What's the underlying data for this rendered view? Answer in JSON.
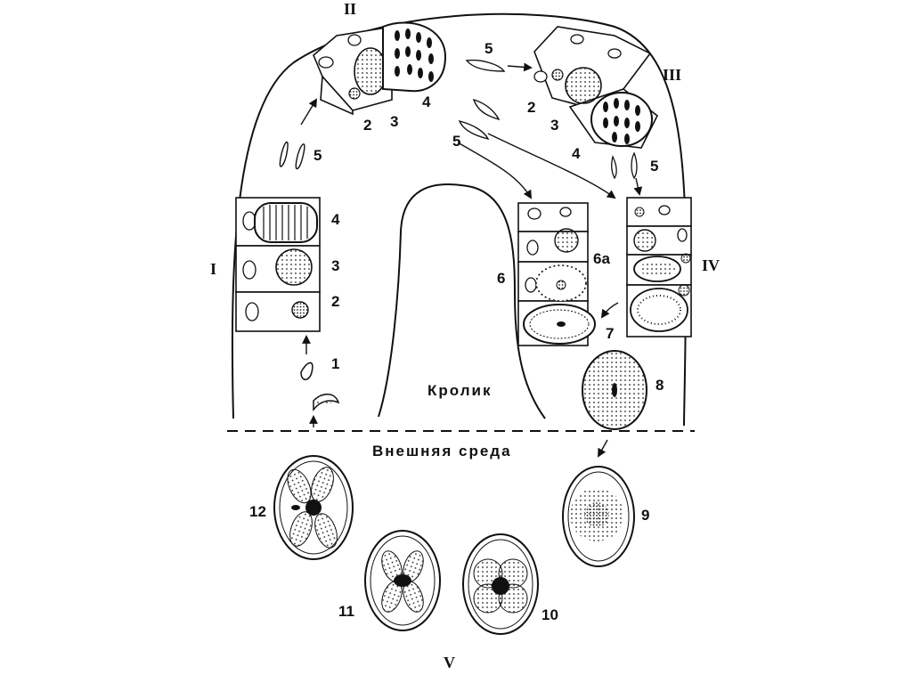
{
  "labels": {
    "host": "Кролик",
    "environment": "Внешняя среда",
    "stage_I": "I",
    "stage_II": "II",
    "stage_III": "III",
    "stage_IV": "IV",
    "stage_V": "V",
    "n1": "1",
    "n2_left": "2",
    "n3_left": "3",
    "n4_left": "4",
    "n5_left": "5",
    "n2_top": "2",
    "n3_top": "3",
    "n4_top": "4",
    "n5_top": "5",
    "n5_mid": "5",
    "n2_right": "2",
    "n3_right": "3",
    "n4_right": "4",
    "n5_right": "5",
    "n6": "6",
    "n6a": "6а",
    "n7": "7",
    "n8": "8",
    "n9": "9",
    "n10": "10",
    "n11": "11",
    "n12": "12"
  },
  "icons": {
    "merozoite": "merozoite-icon",
    "oocyst": "oocyst-icon",
    "schizont": "schizont-icon"
  }
}
